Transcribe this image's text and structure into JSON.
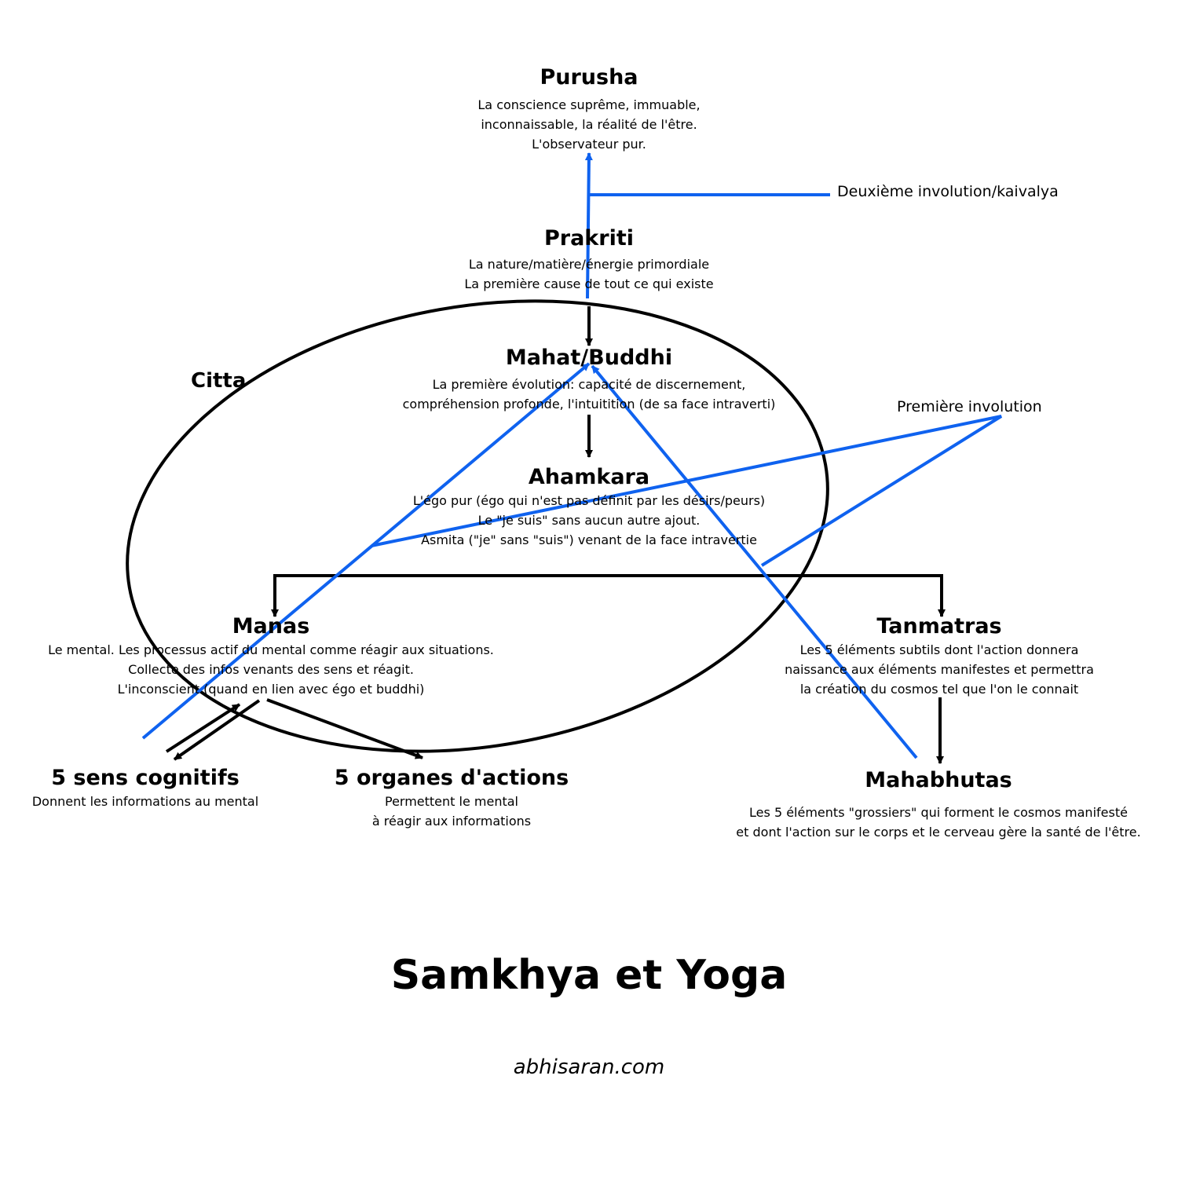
{
  "nodes": {
    "purusha": {
      "title": "Purusha",
      "lines": [
        "La conscience suprême, immuable,",
        "inconnaissable, la réalité de l'être.",
        "L'observateur pur."
      ]
    },
    "prakriti": {
      "title": "Prakriti",
      "lines": [
        "La nature/matière/énergie primordiale",
        "La première cause de tout ce qui existe"
      ]
    },
    "mahat": {
      "title": "Mahat/Buddhi",
      "lines": [
        "La première évolution: capacité de discernement,",
        "compréhension profonde, l'intuitition (de sa face intraverti)"
      ]
    },
    "ahamkara": {
      "title": "Ahamkara",
      "lines": [
        "L'égo pur (égo qui n'est pas définit par les désirs/peurs)",
        "Le \"je suis\" sans aucun autre ajout.",
        "Asmita (\"je\" sans \"suis\") venant de la face intravertie"
      ]
    },
    "manas": {
      "title": "Manas",
      "lines": [
        "Le mental. Les processus actif du mental comme réagir aux situations.",
        "Collecte des infos venants des sens et réagit.",
        "L'inconscient (quand en lien avec égo et buddhi)"
      ]
    },
    "tanmatras": {
      "title": "Tanmatras",
      "lines": [
        "Les 5 éléments subtils dont l'action donnera",
        "naissance aux éléments manifestes et permettra",
        "la création du cosmos tel que l'on le connait"
      ]
    },
    "sens": {
      "title": "5 sens cognitifs",
      "lines": [
        "Donnent les informations au mental"
      ]
    },
    "organes": {
      "title": "5 organes d'actions",
      "lines": [
        "Permettent le mental",
        "à réagir aux informations"
      ]
    },
    "mahabhutas": {
      "title": "Mahabhutas",
      "lines": [
        "Les 5 éléments \"grossiers\" qui forment le cosmos manifesté",
        "et dont l'action sur le corps  et le cerveau gère la santé de l'être."
      ]
    }
  },
  "labels": {
    "citta": "Citta",
    "second_involution": "Deuxième involution/kaivalya",
    "first_involution": "Première involution"
  },
  "footer": {
    "title": "Samkhya et Yoga",
    "site": "abhisaran.com"
  },
  "colors": {
    "involution_blue": "#0f62ef",
    "evolution_black": "#000000"
  }
}
